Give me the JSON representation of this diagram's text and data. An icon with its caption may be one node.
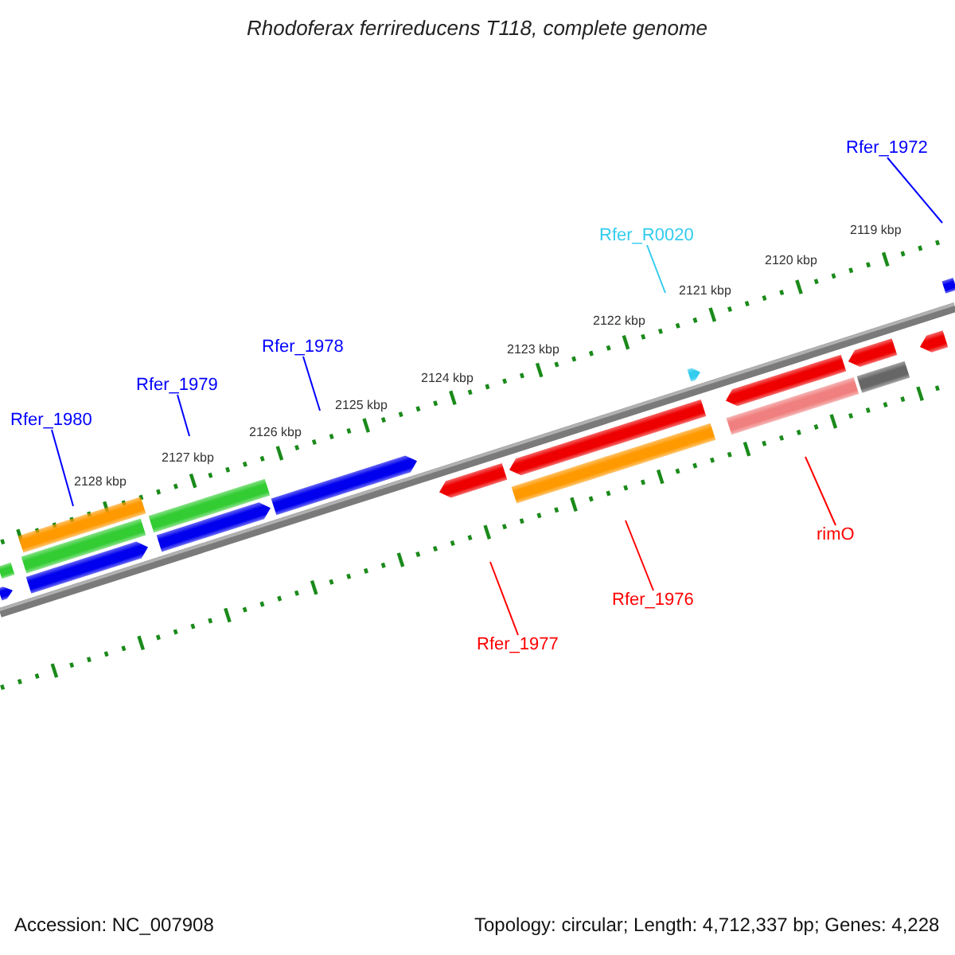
{
  "diagram": {
    "title": "Rhodoferax ferrireducens T118, complete genome",
    "nodes": [
      {
        "text": [
          "Rfer_1972"
        ]
      },
      {
        "text": [
          "Rfer_R0020"
        ]
      },
      {
        "text": [
          "Rfer_1978"
        ]
      },
      {
        "text": [
          "Rfer_1979"
        ]
      },
      {
        "text": [
          "Rfer_1980"
        ]
      },
      {
        "text": [
          "rimO"
        ]
      },
      {
        "text": [
          "Rfer_1976"
        ]
      },
      {
        "text": [
          "Rfer_1977"
        ]
      }
    ],
    "edges": [
      {
        "from": 0,
        "to": null,
        "arrow": "none"
      },
      {
        "from": 1,
        "to": null,
        "arrow": "none",
        "color": "#33ccee"
      },
      {
        "from": 2,
        "to": null,
        "arrow": "none"
      },
      {
        "from": 3,
        "to": null,
        "arrow": "none"
      },
      {
        "from": 4,
        "to": null,
        "arrow": "none"
      },
      {
        "from": 5,
        "to": null,
        "arrow": "none",
        "color": "#ff0000"
      },
      {
        "from": 6,
        "to": null,
        "arrow": "none",
        "color": "#ff0000"
      },
      {
        "from": 7,
        "to": null,
        "arrow": "none",
        "color": "#ff0000"
      }
    ],
    "labels": [
      "2119 kbp",
      "2120 kbp",
      "2121 kbp",
      "2122 kbp",
      "2123 kbp",
      "2124 kbp",
      "2125 kbp",
      "2126 kbp",
      "2127 kbp",
      "2128 kbp",
      "Accession: NC_007908",
      "Topology: circular; Length: 4,712,337 bp; Genes: 4,228"
    ]
  }
}
